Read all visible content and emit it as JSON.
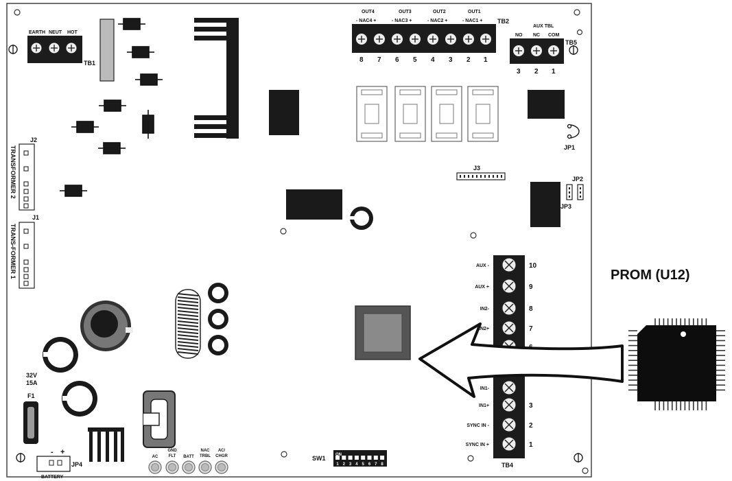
{
  "callout": {
    "title": "PROM (U12)"
  },
  "tb1": {
    "name": "TB1",
    "terminals": [
      "EARTH",
      "NEUT",
      "HOT"
    ]
  },
  "tb2": {
    "name": "TB2",
    "outputs": [
      {
        "top": "OUT4",
        "sub": "- NAC4 +"
      },
      {
        "top": "OUT3",
        "sub": "- NAC3 +"
      },
      {
        "top": "OUT2",
        "sub": "- NAC2 +"
      },
      {
        "top": "OUT1",
        "sub": "- NAC1 +"
      }
    ],
    "numbers": [
      "8",
      "7",
      "6",
      "5",
      "4",
      "3",
      "2",
      "1"
    ]
  },
  "tb5": {
    "name": "TB5",
    "title": "AUX TBL",
    "terminals": [
      "NO",
      "NC",
      "COM"
    ],
    "numbers": [
      "3",
      "2",
      "1"
    ]
  },
  "tb4": {
    "name": "TB4",
    "labels": [
      "AUX -",
      "AUX +",
      "IN2-",
      "IN2+",
      "",
      "",
      "IN1-",
      "IN1+",
      "SYNC IN -",
      "SYNC IN +"
    ],
    "numbers": [
      "10",
      "9",
      "8",
      "7",
      "6",
      "",
      "",
      "3",
      "2",
      "1"
    ]
  },
  "connectors": {
    "j1": "J1",
    "j2": "J2",
    "j3": "J3",
    "transformer2": "TRANSFORMER 2",
    "transformer1": "TRANS-FORMER 1",
    "jp1": "JP1",
    "jp2": "JP2",
    "jp3": "JP3",
    "jp4": "JP4",
    "battery": "BATTERY",
    "battery_minus": "-",
    "battery_plus": "+"
  },
  "fuse": {
    "rating_v": "32V",
    "rating_a": "15A",
    "name": "F1"
  },
  "switch": {
    "name": "SW1",
    "on_label": "ON",
    "numbers": [
      "1",
      "2",
      "3",
      "4",
      "5",
      "6",
      "7",
      "8"
    ]
  },
  "leds": [
    {
      "line1": "AC",
      "line2": ""
    },
    {
      "line1": "GND",
      "line2": "FLT"
    },
    {
      "line1": "BATT",
      "line2": ""
    },
    {
      "line1": "NAC",
      "line2": "TRBL"
    },
    {
      "line1": "AC/",
      "line2": "CHGR"
    }
  ],
  "colors": {
    "board_outline": "#444444",
    "component_fill": "#1a1a1a",
    "prom_fill": "#8a8a8a",
    "chip_fill": "#0d0d0d"
  }
}
